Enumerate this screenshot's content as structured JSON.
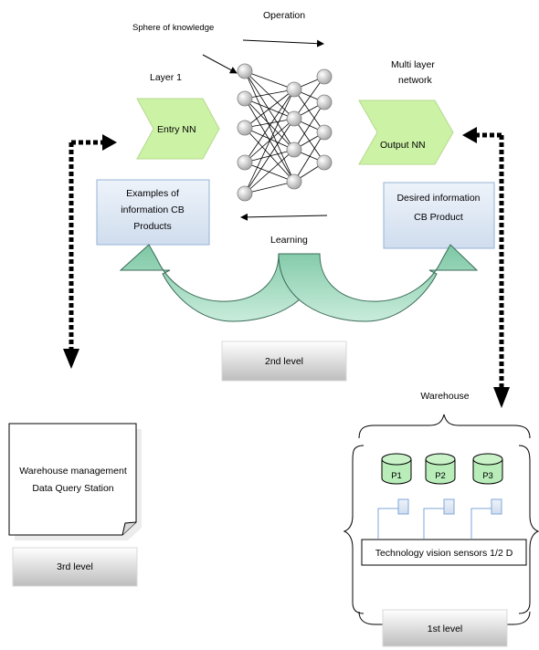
{
  "labels": {
    "sphere": "Sphere of knowledge",
    "operation": "Operation",
    "layer1": "Layer 1",
    "multi_layer_1": "Multi layer",
    "multi_layer_2": "network",
    "entry": "Entry NN",
    "output": "Output  NN",
    "examples_1": "Examples of",
    "examples_2": "information  CB",
    "examples_3": "Products",
    "desired_1": "Desired information",
    "desired_2": "CB Product",
    "learning": "Learning",
    "level2": "2nd level",
    "warehouse": "Warehouse",
    "wm_1": "Warehouse management",
    "wm_2": "Data Query Station",
    "level3": "3rd level",
    "p1": "P1",
    "p2": "P2",
    "p3": "P3",
    "tech": "Technology  vision  sensors  1/2 D",
    "level1": "1st level"
  },
  "colors": {
    "chevron_fill": "#ccf2a6",
    "chevron_stroke": "#b5d98e",
    "box_fill": "#dbe6f4",
    "box_stroke": "#95b3d7",
    "curve_fill": "#8fd3b6",
    "curve_stroke": "#3a6b58",
    "cylinder_fill": "#b8ecb8",
    "node_fill": "#d9d9d9",
    "level_box_top": "#ffffff",
    "level_box_bottom": "#bfbfbf"
  }
}
